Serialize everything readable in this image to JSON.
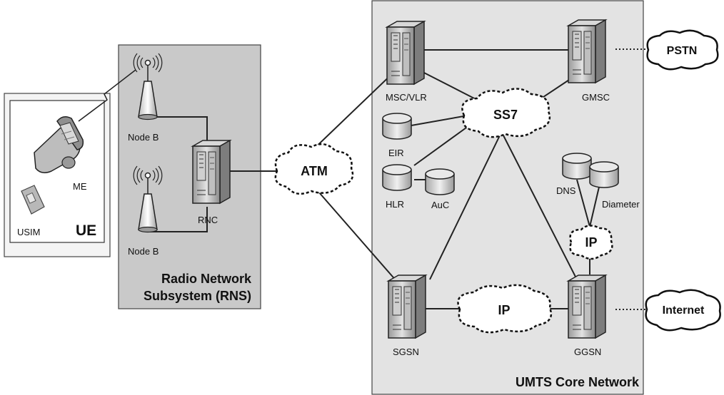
{
  "ue": {
    "label": "UE",
    "me": "ME",
    "usim": "USIM"
  },
  "rns": {
    "title_line1": "Radio Network",
    "title_line2": "Subsystem (RNS)",
    "node_b_top": "Node B",
    "node_b_bottom": "Node B",
    "rnc": "RNC"
  },
  "atm": "ATM",
  "core": {
    "title": "UMTS Core Network",
    "msc_vlr": "MSC/VLR",
    "gmsc": "GMSC",
    "ss7": "SS7",
    "eir": "EIR",
    "hlr": "HLR",
    "auc": "AuC",
    "dns": "DNS",
    "diameter": "Diameter",
    "ip_small": "IP",
    "ip_mid": "IP",
    "sgsn": "SGSN",
    "ggsn": "GGSN"
  },
  "external": {
    "pstn": "PSTN",
    "internet": "Internet"
  },
  "colors": {
    "rns_fill": "#c9c9c9",
    "core_fill": "#e3e3e3",
    "server_fill": "#bdbdbd"
  }
}
